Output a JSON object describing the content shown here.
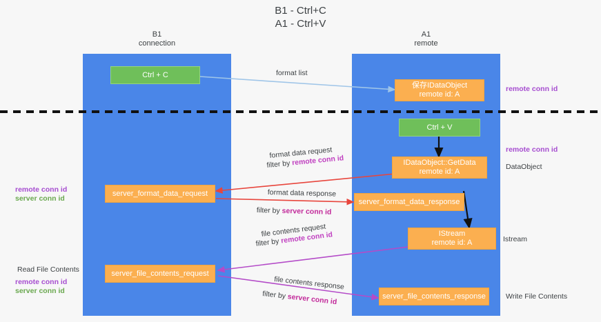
{
  "title": {
    "line1": "B1 - Ctrl+C",
    "line2": "A1 - Ctrl+V"
  },
  "columns": {
    "left": {
      "name": "B1",
      "role": "connection"
    },
    "right": {
      "name": "A1",
      "role": "remote"
    }
  },
  "nodes": {
    "ctrl_c": {
      "label": "Ctrl + C"
    },
    "save_idataobject": {
      "line1": "保存IDataObject",
      "line2": "remote id: A"
    },
    "ctrl_v": {
      "label": "Ctrl + V"
    },
    "getdata": {
      "line1": "IDataObject::GetData",
      "line2": "remote id: A"
    },
    "server_format_data_request": {
      "label": "server_format_data_request"
    },
    "server_format_data_response": {
      "label": "server_format_data_response"
    },
    "istream": {
      "line1": "IStream",
      "line2": "remote id: A"
    },
    "server_file_contents_request": {
      "label": "server_file_contents_request"
    },
    "server_file_contents_response": {
      "label": "server_file_contents_response"
    }
  },
  "edges": {
    "format_list": "format list",
    "format_data_request": "format data request",
    "format_data_request_filter_prefix": "filter by ",
    "format_data_request_filter_key": "remote conn id",
    "format_data_response": "format data response",
    "format_data_response_filter_prefix": "filter by ",
    "format_data_response_filter_key": "server conn id",
    "file_contents_request": "file contents request",
    "file_contents_request_filter_prefix": "filter by ",
    "file_contents_request_filter_key": "remote conn id",
    "file_contents_response": "file contents response",
    "file_contents_response_filter_prefix": "filter by ",
    "file_contents_response_filter_key": "server conn id"
  },
  "annotations": {
    "right_remote_conn_id_top": "remote conn id",
    "right_remote_conn_id_mid": "remote conn id",
    "right_dataobject": "DataObject",
    "right_istream": "Istream",
    "right_write_file_contents": "Write File Contents",
    "left_remote_conn_id_mid": "remote conn id",
    "left_server_conn_id_mid": "server conn id",
    "left_read_file_contents": "Read File Contents",
    "left_remote_conn_id_bottom": "remote conn id",
    "left_server_conn_id_bottom": "server conn id"
  },
  "colors": {
    "lane": "#4a86e8",
    "box_orange": "#fbaf50",
    "box_green": "#6aa84f",
    "purple": "#a64dd0",
    "green": "#6aa84f",
    "red_arrow": "#e8453c",
    "magenta_arrow": "#b44bc8",
    "blue_arrow": "#9fc5e8",
    "black_arrow": "#111111"
  }
}
